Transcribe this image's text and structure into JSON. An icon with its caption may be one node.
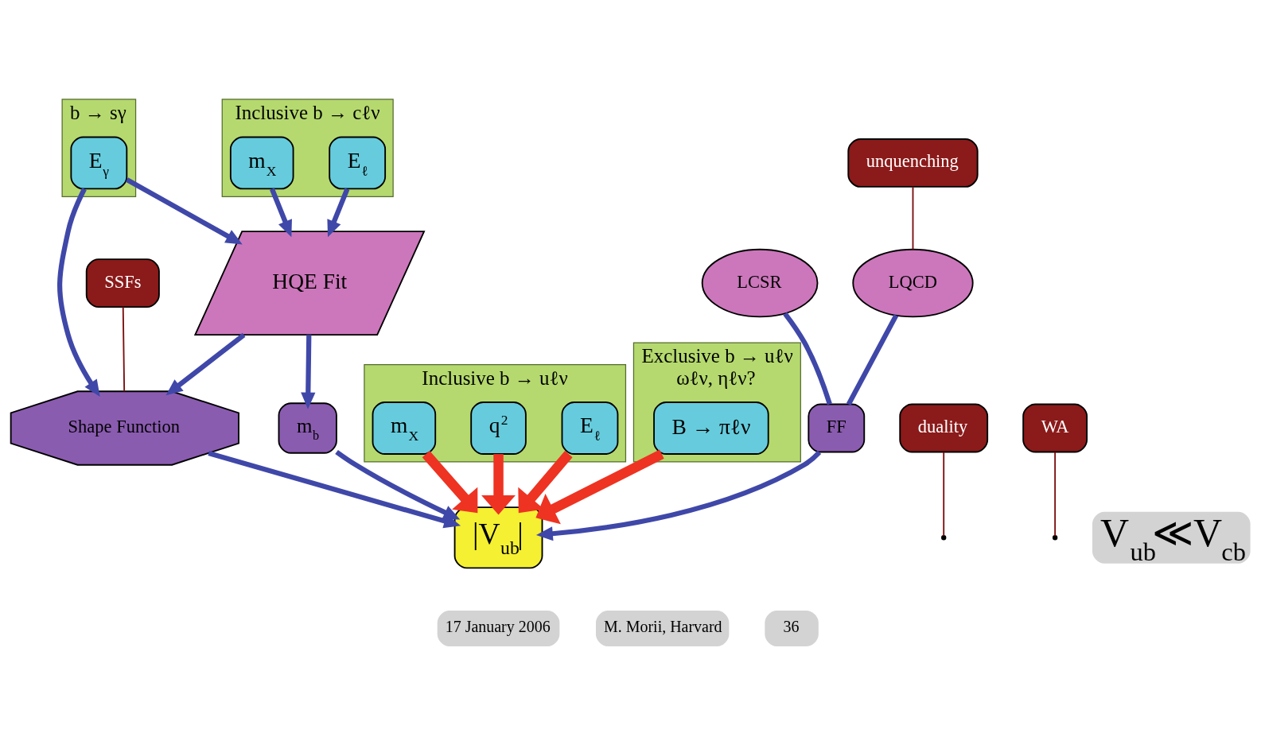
{
  "diagram": {
    "nodes": [
      {
        "text": [
          "b → sγ"
        ]
      },
      {
        "text": [
          "E$_{γ}$"
        ],
        "in": 0
      },
      {
        "text": [
          "Inclusive b → cℓν"
        ]
      },
      {
        "text": [
          "E$_{ℓ}$"
        ],
        "in": 2
      },
      {
        "text": [
          "m$_{X}$"
        ],
        "in": 2
      },
      {
        "text": [
          "SSFs"
        ]
      },
      {
        "text": [
          "Shape Function"
        ]
      },
      {
        "text": [
          "HQE Fit"
        ]
      },
      {
        "text": [
          "m$_{b}$"
        ]
      },
      {
        "text": [
          "Inclusive b → uℓν"
        ]
      },
      {
        "text": [
          "E$_{ℓ}$"
        ],
        "in": 9
      },
      {
        "text": [
          "q$^{2}$"
        ],
        "in": 9
      },
      {
        "text": [
          "m$_{X}$"
        ],
        "in": 9
      },
      {
        "text": [
          "|V$_{ub}$|"
        ]
      },
      {
        "text": [
          "Exclusive b → uℓν",
          "ωℓν, ηℓν?"
        ]
      },
      {
        "text": [
          "B → πℓν"
        ],
        "in": 14
      },
      {
        "text": [
          "duality"
        ]
      },
      {
        "text": [
          "WA"
        ]
      },
      {
        "text": [
          "FF"
        ]
      },
      {
        "text": [
          "LCSR"
        ]
      },
      {
        "text": [
          "LQCD"
        ]
      },
      {
        "text": [
          "unquenching"
        ]
      }
    ],
    "edges": [
      {
        "from": 1,
        "to": 6,
        "arrow": "to"
      },
      {
        "from": 1,
        "to": 7,
        "arrow": "to"
      },
      {
        "from": 3,
        "to": 7,
        "arrow": "to"
      },
      {
        "from": 4,
        "to": 7,
        "arrow": "to"
      },
      {
        "from": 7,
        "to": 6,
        "arrow": "to"
      },
      {
        "from": 7,
        "to": 8,
        "arrow": "to"
      },
      {
        "from": 5,
        "to": 6,
        "arrow": "none",
        "color": "#7a1010"
      },
      {
        "from": 6,
        "to": 13,
        "arrow": "to"
      },
      {
        "from": 8,
        "to": 13,
        "arrow": "to"
      },
      {
        "from": 10,
        "to": 13,
        "arrow": "to",
        "style": "thick",
        "color": "#ee3322"
      },
      {
        "from": 11,
        "to": 13,
        "arrow": "to",
        "style": "thick",
        "color": "#ee3322"
      },
      {
        "from": 12,
        "to": 13,
        "arrow": "to",
        "style": "thick",
        "color": "#ee3322"
      },
      {
        "from": 15,
        "to": 13,
        "arrow": "to",
        "style": "thick",
        "color": "#ee3322"
      },
      {
        "from": 16,
        "to": null,
        "arrow": "none",
        "color": "#7a1010"
      },
      {
        "from": 17,
        "to": null,
        "arrow": "none",
        "color": "#7a1010"
      },
      {
        "from": 18,
        "to": 13,
        "arrow": "to"
      },
      {
        "from": 19,
        "to": 18,
        "arrow": "none"
      },
      {
        "from": 20,
        "to": 18,
        "arrow": "none"
      },
      {
        "from": 21,
        "to": 20,
        "arrow": "none",
        "color": "#7a1010"
      }
    ],
    "labels": [
      "V$_{ub}$≪V$_{cb}$",
      "17 January 2006",
      "M. Morii, Harvard",
      "36"
    ]
  }
}
